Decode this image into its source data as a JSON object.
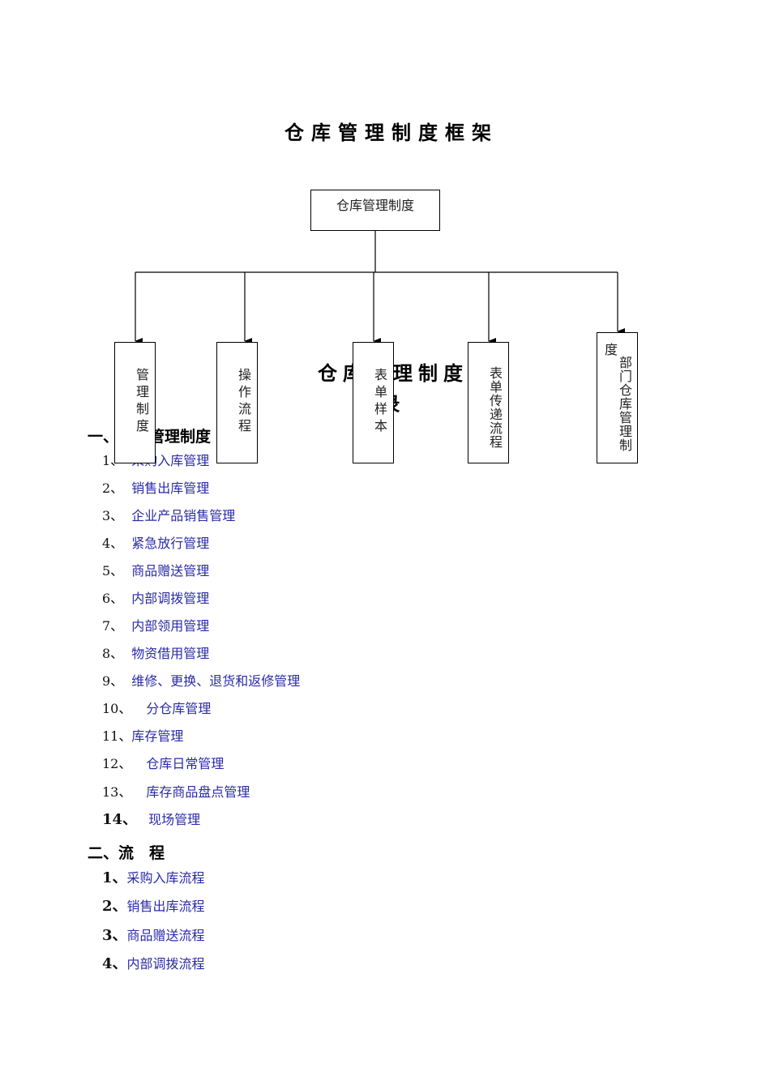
{
  "page": {
    "title": "仓库管理制度框架"
  },
  "diagram": {
    "root": "仓库管理制度",
    "children": [
      {
        "label": "管理制度"
      },
      {
        "label": "操作流程"
      },
      {
        "label": "表单样本"
      },
      {
        "label": "表单传递流程"
      },
      {
        "label_top": "度",
        "label": "部门仓库管理制"
      }
    ]
  },
  "toc": {
    "title_line1": "仓库管理制度",
    "title_line2": "录",
    "section1": {
      "heading": "一、仓库管理制度",
      "items": [
        {
          "num": "1、",
          "text": "采购入库管理"
        },
        {
          "num": "2、",
          "text": "销售出库管理"
        },
        {
          "num": "3、",
          "text": "企业产品销售管理"
        },
        {
          "num": "4、",
          "text": "紧急放行管理"
        },
        {
          "num": "5、",
          "text": "商品赠送管理"
        },
        {
          "num": "6、",
          "text": "内部调拨管理"
        },
        {
          "num": "7、",
          "text": "内部领用管理"
        },
        {
          "num": "8、",
          "text": "物资借用管理"
        },
        {
          "num": "9、",
          "text": "维修、更换、退货和返修管理"
        },
        {
          "num": "10、",
          "text": "分仓库管理"
        },
        {
          "num": "11、",
          "text": "库存管理"
        },
        {
          "num": "12、",
          "text": "仓库日常管理"
        },
        {
          "num": "13、",
          "text": "库存商品盘点管理"
        },
        {
          "num": "14、",
          "text": "现场管理"
        }
      ]
    },
    "section2": {
      "heading": "二、流　程",
      "items": [
        {
          "num": "1、",
          "text": "采购入库流程"
        },
        {
          "num": "2、",
          "text": "销售出库流程"
        },
        {
          "num": "3、",
          "text": "商品赠送流程"
        },
        {
          "num": "4、",
          "text": "内部调拨流程"
        }
      ]
    }
  },
  "colors": {
    "link": "#2a2aa8",
    "text": "#000000"
  }
}
